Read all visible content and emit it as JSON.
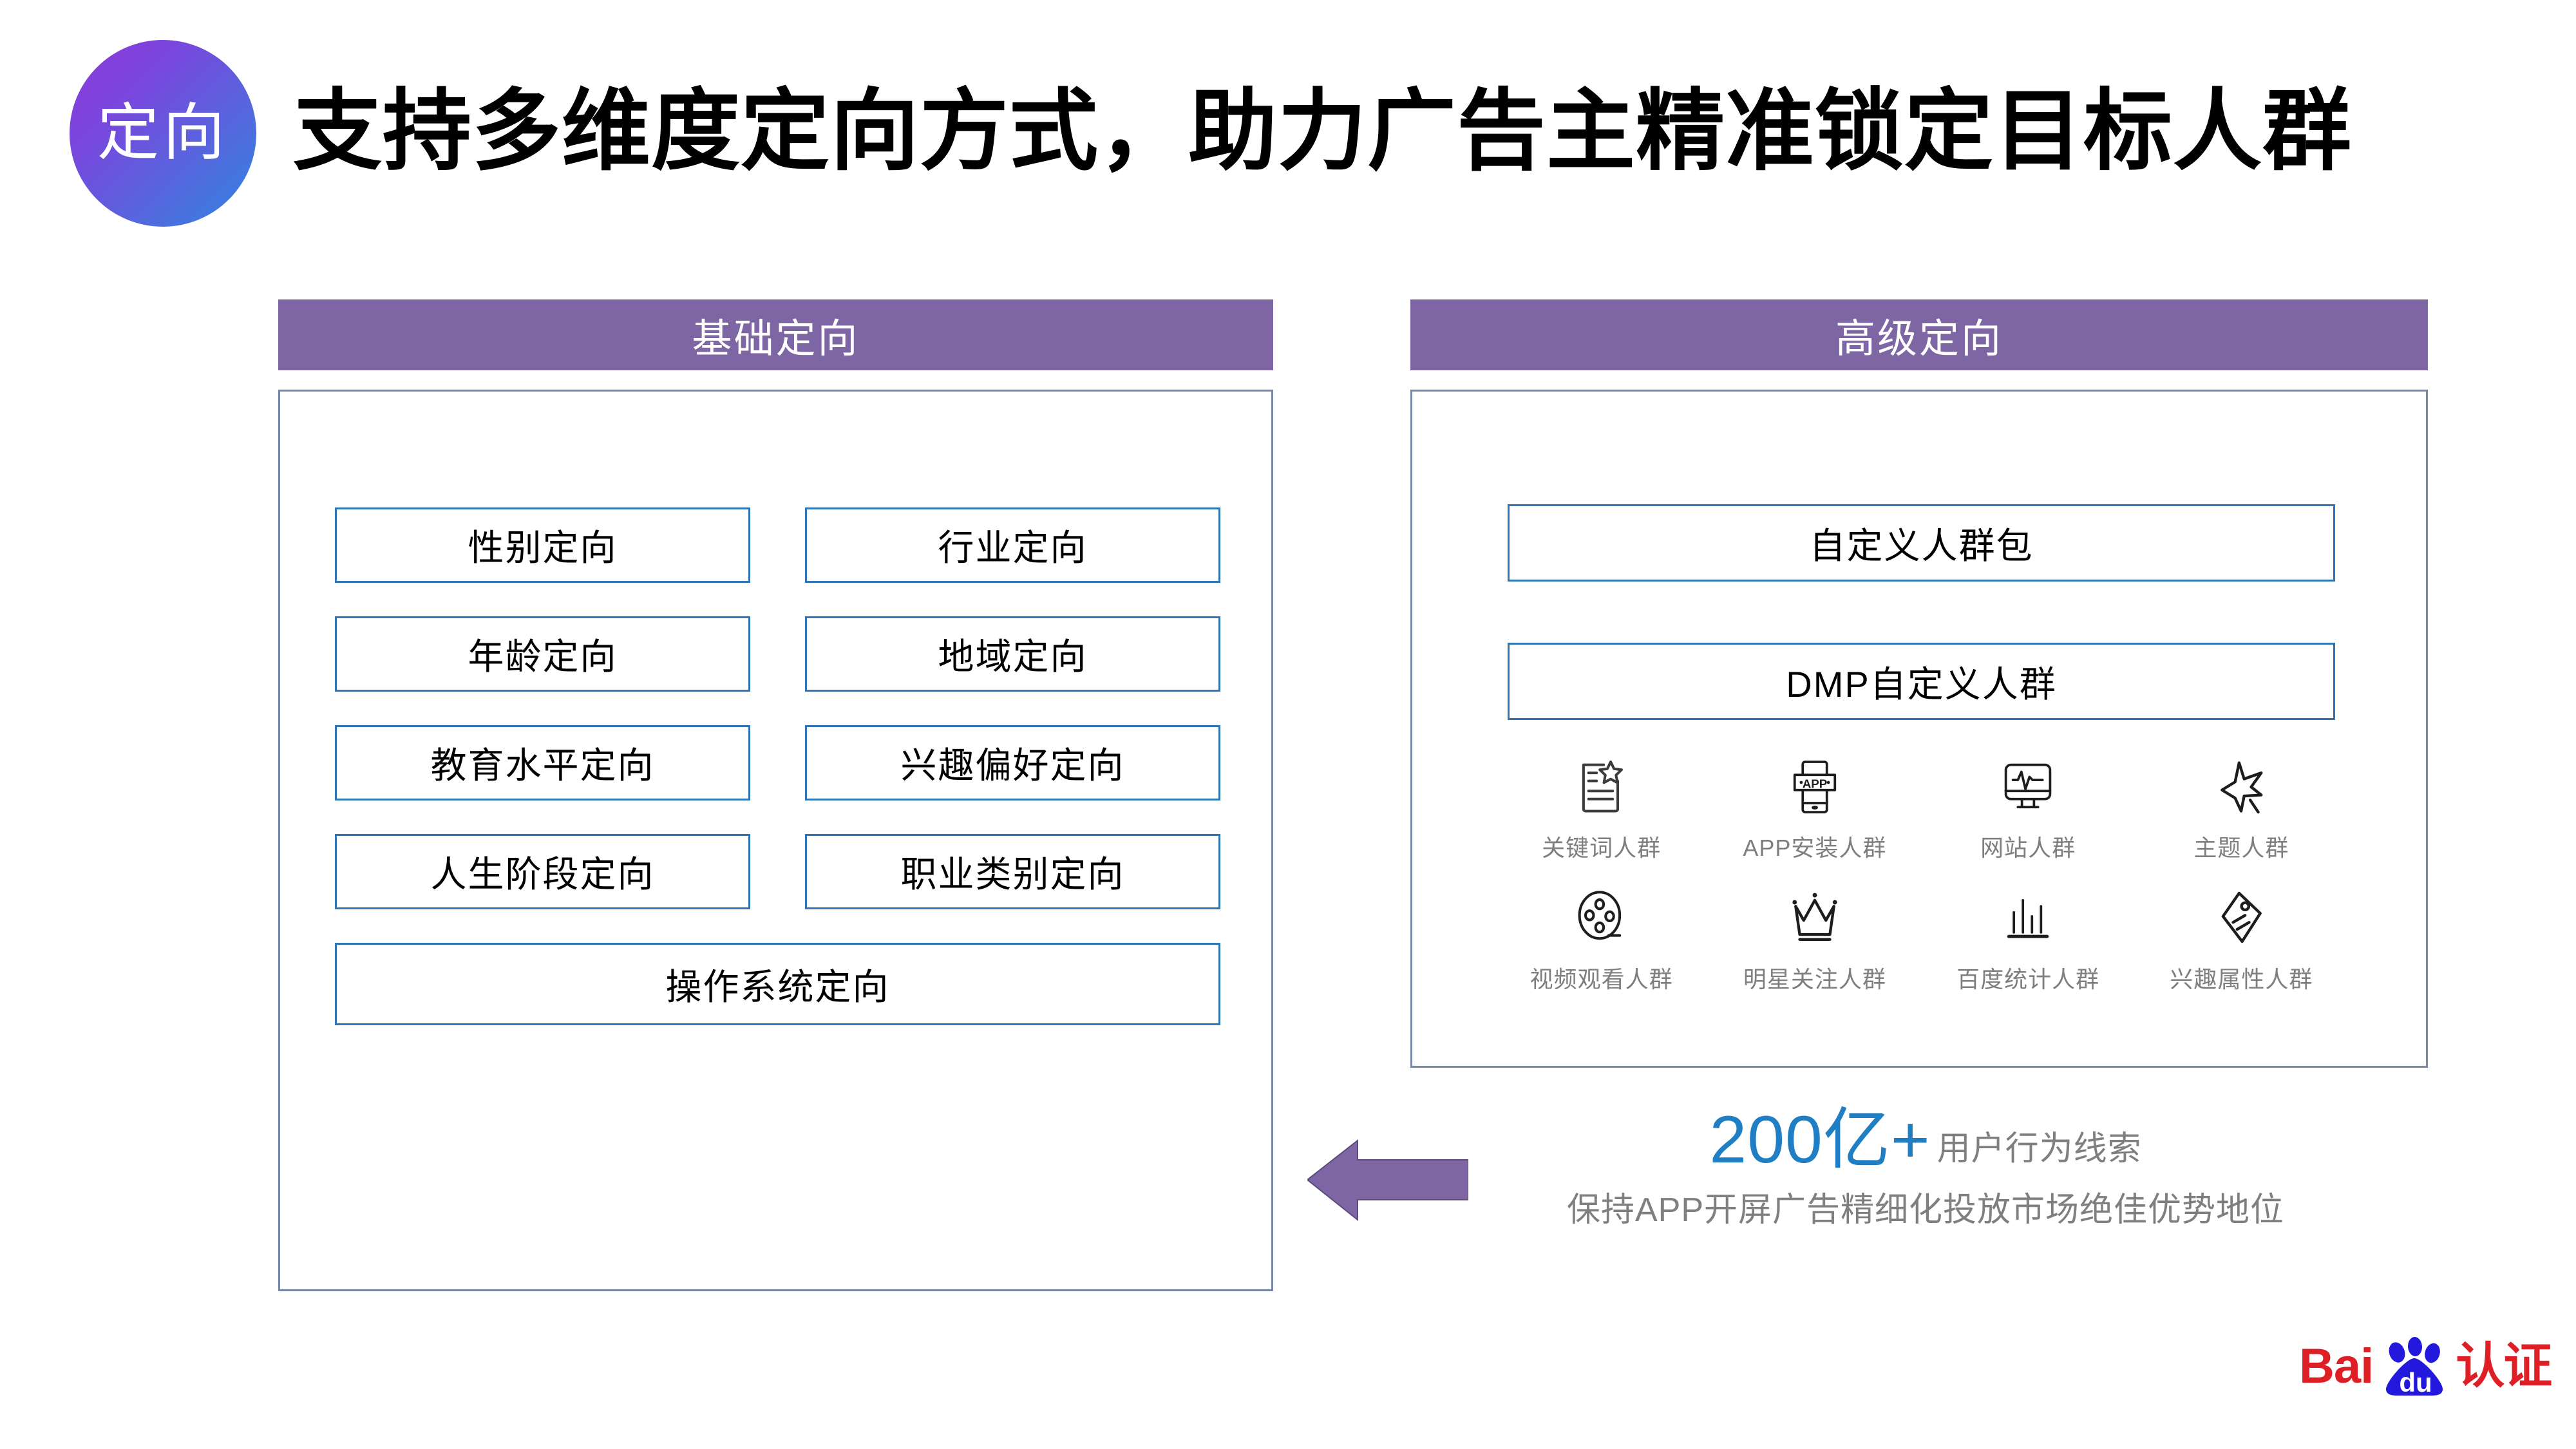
{
  "header": {
    "badge_label": "定向",
    "title": "支持多维度定向方式，助力广告主精准锁定目标人群",
    "badge_gradient_from": "#8e3ad9",
    "badge_gradient_to": "#2f86e2"
  },
  "sections": {
    "basic": {
      "bar_label": "基础定向",
      "bar_color": "#7d66a3",
      "box_border_color": "#2e75b6",
      "rows": [
        [
          "性别定向",
          "行业定向"
        ],
        [
          "年龄定向",
          "地域定向"
        ],
        [
          "教育水平定向",
          "兴趣偏好定向"
        ],
        [
          "人生阶段定向",
          "职业类别定向"
        ]
      ],
      "wide_item": "操作系统定向"
    },
    "advanced": {
      "bar_label": "高级定向",
      "bar_color": "#7d66a3",
      "wide_items": [
        "自定义人群包",
        "DMP自定义人群"
      ],
      "icons": [
        {
          "icon": "document-star-icon",
          "label": "关键词人群"
        },
        {
          "icon": "phone-app-icon",
          "label": "APP安装人群"
        },
        {
          "icon": "monitor-pulse-icon",
          "label": "网站人群"
        },
        {
          "icon": "star-outline-icon",
          "label": "主题人群"
        },
        {
          "icon": "film-reel-icon",
          "label": "视频观看人群"
        },
        {
          "icon": "crown-icon",
          "label": "明星关注人群"
        },
        {
          "icon": "bar-chart-icon",
          "label": "百度统计人群"
        },
        {
          "icon": "price-tag-icon",
          "label": "兴趣属性人群"
        }
      ],
      "app_icon_text": "APP"
    }
  },
  "stat": {
    "number": "200亿+",
    "unit": "用户行为线索",
    "subtitle": "保持APP开屏广告精细化投放市场绝佳优势地位",
    "number_color": "#1f7ec4",
    "text_color": "#7f7f7f"
  },
  "arrow": {
    "direction": "left",
    "color": "#7d66a3"
  },
  "logo": {
    "bai": "Bai",
    "du": "du",
    "suffix": "认证",
    "red": "#de1f26",
    "blue": "#2319dc"
  }
}
